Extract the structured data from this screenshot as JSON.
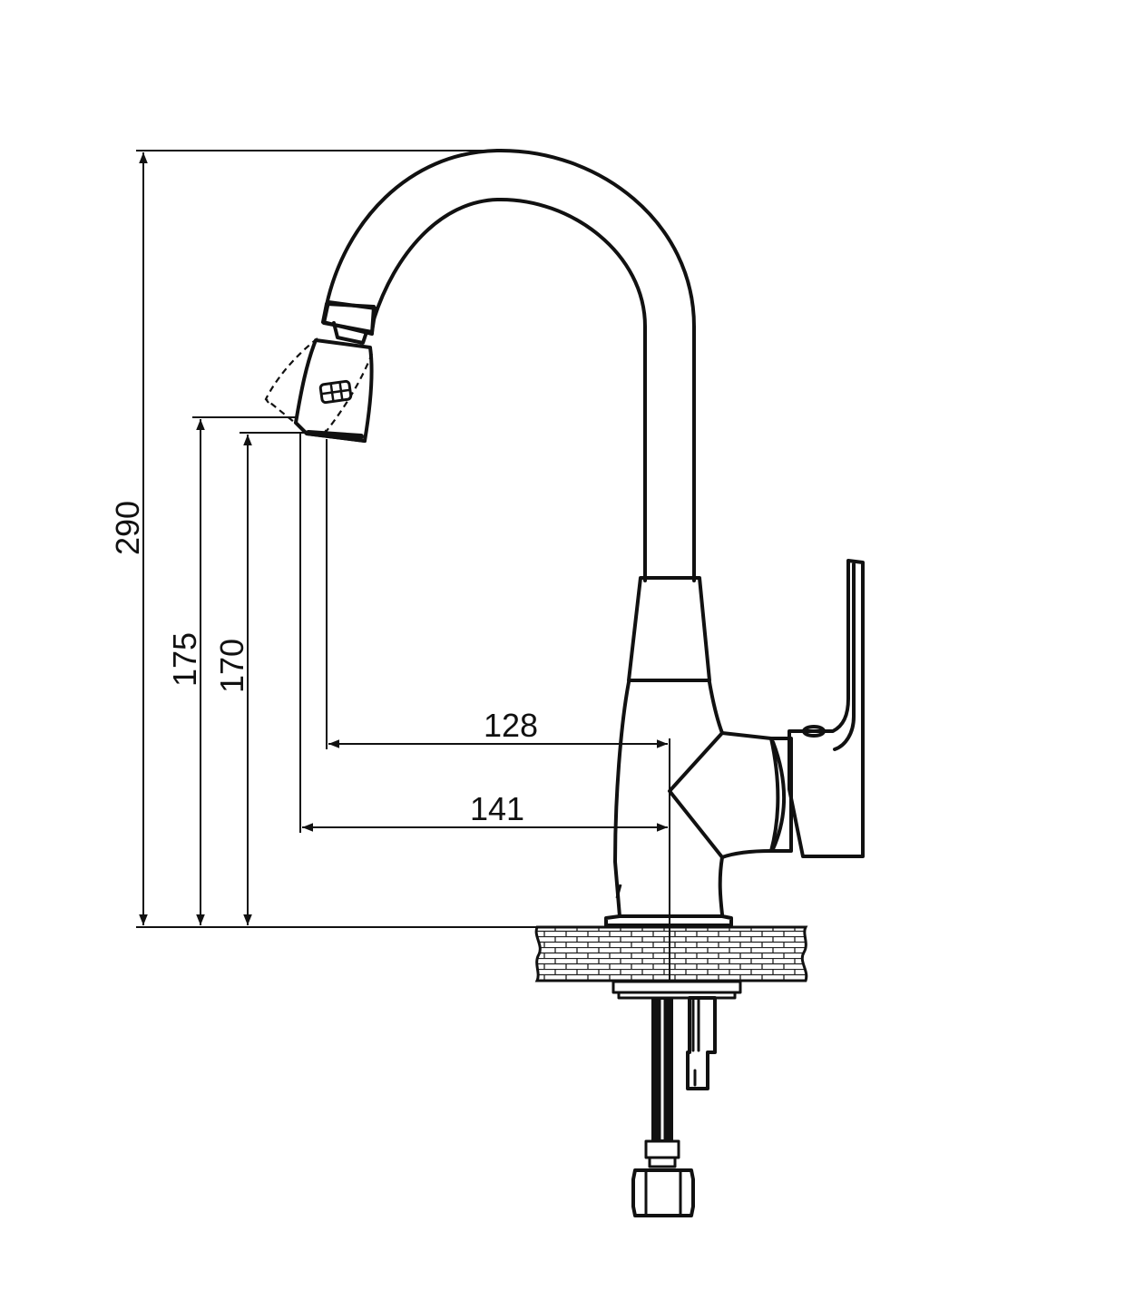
{
  "dimensions": {
    "total_height": "290",
    "outlet_height_outer": "175",
    "outlet_height_inner": "170",
    "reach_inner": "128",
    "reach_outer": "141"
  },
  "colors": {
    "line": "#111111",
    "background": "#ffffff"
  }
}
